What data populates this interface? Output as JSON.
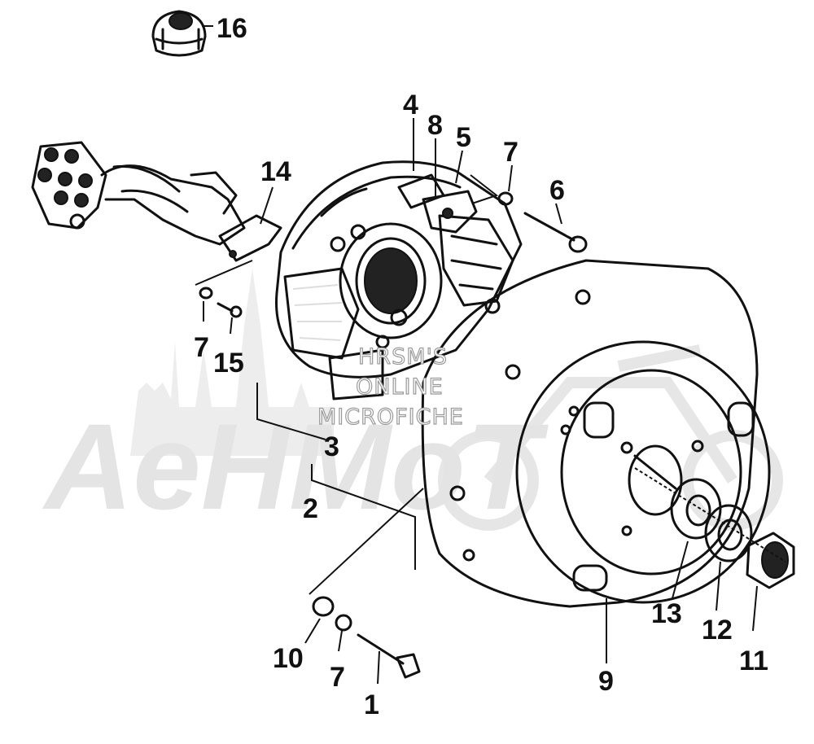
{
  "watermark": {
    "brand": "AeHMoT",
    "line1": "HRSM'S",
    "line2": "ONLINE",
    "line3": "MICROFICHE"
  },
  "callouts": [
    {
      "id": "c1",
      "label": "1"
    },
    {
      "id": "c2",
      "label": "2"
    },
    {
      "id": "c3",
      "label": "3"
    },
    {
      "id": "c4",
      "label": "4"
    },
    {
      "id": "c5",
      "label": "5"
    },
    {
      "id": "c6",
      "label": "6"
    },
    {
      "id": "c7a",
      "label": "7"
    },
    {
      "id": "c7b",
      "label": "7"
    },
    {
      "id": "c7c",
      "label": "7"
    },
    {
      "id": "c8",
      "label": "8"
    },
    {
      "id": "c9",
      "label": "9"
    },
    {
      "id": "c10",
      "label": "10"
    },
    {
      "id": "c11",
      "label": "11"
    },
    {
      "id": "c12",
      "label": "12"
    },
    {
      "id": "c13",
      "label": "13"
    },
    {
      "id": "c14",
      "label": "14"
    },
    {
      "id": "c15",
      "label": "15"
    },
    {
      "id": "c16",
      "label": "16"
    }
  ]
}
